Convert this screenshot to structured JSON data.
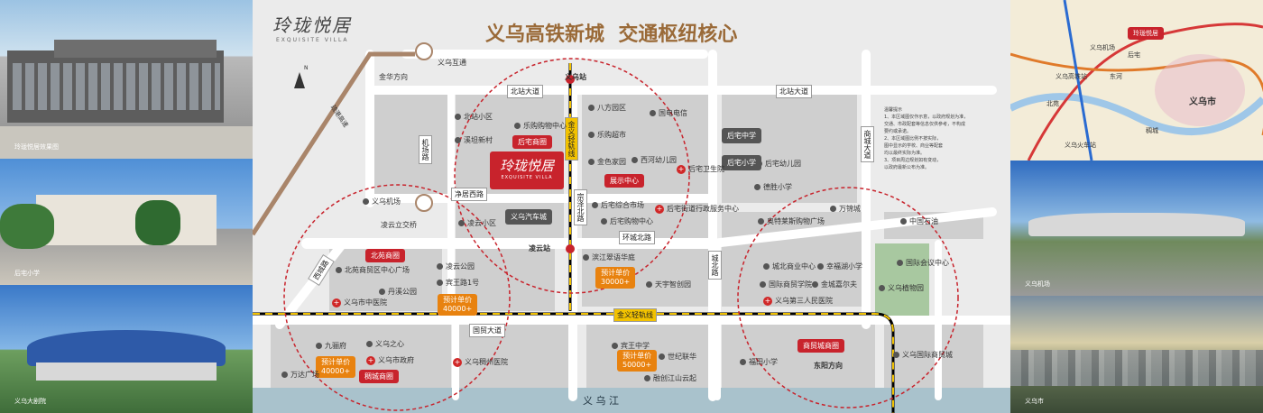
{
  "brand": {
    "logo_text": "玲珑悦居",
    "logo_sub": "EXQUISITE VILLA"
  },
  "headline": "义乌高铁新城  交通枢纽核心",
  "photos": {
    "p1": "玲珑悦居效果图",
    "p2": "后宅小学",
    "p3": "义乌大剧院",
    "p4": "义乌机场",
    "p5": "义乌市"
  },
  "right_map": {
    "pin": "玲珑悦居",
    "labels": [
      "义乌机场",
      "后宅",
      "义乌高铁站",
      "东河",
      "义乌市",
      "北苑",
      "稠城",
      "义乌火车站"
    ]
  },
  "notes": {
    "title": "温馨提示",
    "lines": [
      "1、本区域图仅作示意，以政府规划为准，",
      "交通、市政配套等信息仅供参考，不构成",
      "要约或承诺。",
      "2、本区域图比例不按实际，",
      "图中显示的学校、商业等配套",
      "均以最终实际为准。",
      "3、项目周边规划如有变动，",
      "以政府最新公布为准。"
    ]
  },
  "compass": "N",
  "roads": {
    "yiwu_interchange": "义乌互通",
    "jinhua_dir": "金华方向",
    "changchun_rd": "疏港高速",
    "beizhan_ave_w": "北站大道",
    "beizhan_ave_e": "北站大道",
    "jichang_rd": "机场路",
    "jingju_w_rd": "净居西路",
    "jinyi_rail_v": "金义轻轨线",
    "zongze_n_rd": "宗泽北路",
    "huancheng_n_rd": "环城北路",
    "chengbei_rd": "城北路",
    "shangcheng_ave": "商城大道",
    "xicheng_rd": "西城路",
    "guomao_ave": "国贸大道",
    "jinyi_rail_h": "金义轻轨线",
    "river": "义 乌 江",
    "dongyang_dir": "东阳方向",
    "lingyun_interchange": "凌云立交桥"
  },
  "stations": {
    "yiwu_station": "义乌站",
    "lingyun_station": "凌云站"
  },
  "tags": {
    "houzhai": "后宅商圈",
    "showroom": "展示中心",
    "beiyuan": "北苑商圈",
    "choucheng": "稠城商圈",
    "shangmao": "商贸城商圈",
    "price1": "预计单价\n40000+",
    "price2": "预计单价\n30000+",
    "price3": "预计单价\n40000+",
    "price4": "预计单价\n50000+"
  },
  "buildings": {
    "auto_city": "义乌汽车城",
    "houzhai_mid": "后宅中学",
    "houzhai_pri": "后宅小学"
  },
  "pois": [
    {
      "key": "beizhan_xq",
      "label": "北站小区",
      "type": "dot"
    },
    {
      "key": "lesong",
      "label": "乐购购物中心",
      "type": "dot"
    },
    {
      "key": "xipo",
      "label": "溪坦新村",
      "type": "dot"
    },
    {
      "key": "bafang",
      "label": "八方园区",
      "type": "dot"
    },
    {
      "key": "guodian",
      "label": "国电电信",
      "type": "dot"
    },
    {
      "key": "legou2",
      "label": "乐购超市",
      "type": "dot"
    },
    {
      "key": "jinse",
      "label": "金色家园",
      "type": "dot"
    },
    {
      "key": "xihe_kg",
      "label": "西河幼儿园",
      "type": "dot"
    },
    {
      "key": "houzhai_ws",
      "label": "后宅卫生院",
      "type": "hosp"
    },
    {
      "key": "houzhai_ky",
      "label": "后宅幼儿园",
      "type": "dot"
    },
    {
      "key": "desheng",
      "label": "德胜小学",
      "type": "dot"
    },
    {
      "key": "houzhai_zh",
      "label": "后宅综合市场",
      "type": "dot"
    },
    {
      "key": "houzhai_gov",
      "label": "后宅街道行政服务中心",
      "type": "hosp"
    },
    {
      "key": "houzhai_mall",
      "label": "后宅购物中心",
      "type": "dot"
    },
    {
      "key": "aotelai",
      "label": "奥特莱斯购物广场",
      "type": "dot"
    },
    {
      "key": "wanke",
      "label": "万锦城",
      "type": "dot"
    },
    {
      "key": "zgm",
      "label": "中国石油",
      "type": "dot"
    },
    {
      "key": "lingyun_xq",
      "label": "凌云小区",
      "type": "dot"
    },
    {
      "key": "lingyun_park",
      "label": "凌云公园",
      "type": "dot"
    },
    {
      "key": "binjiang",
      "label": "滨江翠语华庭",
      "type": "dot"
    },
    {
      "key": "beiyuan_sm",
      "label": "北苑商贸区中心广场",
      "type": "dot"
    },
    {
      "key": "danxi",
      "label": "丹溪公园",
      "type": "dot"
    },
    {
      "key": "binwang1",
      "label": "宾王路1号",
      "type": "dot"
    },
    {
      "key": "yiwu_zhongyi",
      "label": "义乌市中医院",
      "type": "hosp"
    },
    {
      "key": "tianyu",
      "label": "天宇智创园",
      "type": "dot"
    },
    {
      "key": "chengbei_sy",
      "label": "城北商业中心",
      "type": "dot"
    },
    {
      "key": "xingfu",
      "label": "幸福湖小学",
      "type": "dot"
    },
    {
      "key": "guoji_sm",
      "label": "国际商贸学院",
      "type": "dot"
    },
    {
      "key": "jinfu",
      "label": "金城嘉尔夫",
      "type": "dot"
    },
    {
      "key": "yiwu_3rd",
      "label": "义乌第三人民医院",
      "type": "hosp"
    },
    {
      "key": "guoji_hy",
      "label": "国际会议中心",
      "type": "dot"
    },
    {
      "key": "yiwu_zw",
      "label": "义乌植物园",
      "type": "dot"
    },
    {
      "key": "jiuliju",
      "label": "九骊府",
      "type": "dot"
    },
    {
      "key": "yiwu_zx",
      "label": "义乌之心",
      "type": "dot"
    },
    {
      "key": "wanda",
      "label": "万达广场",
      "type": "dot"
    },
    {
      "key": "yiwu_gov",
      "label": "义乌市政府",
      "type": "hosp"
    },
    {
      "key": "yiwu_zhouyi",
      "label": "义乌稠州医院",
      "type": "hosp"
    },
    {
      "key": "binwang_zx",
      "label": "宾王中学",
      "type": "dot"
    },
    {
      "key": "shiji",
      "label": "世纪联华",
      "type": "dot"
    },
    {
      "key": "rongchuang",
      "label": "融创江山云起",
      "type": "dot"
    },
    {
      "key": "futian",
      "label": "福田小学",
      "type": "dot"
    },
    {
      "key": "guoji_sc",
      "label": "义乌国际商贸城",
      "type": "dot"
    },
    {
      "key": "airport",
      "label": "义乌机场",
      "type": "dot"
    }
  ]
}
